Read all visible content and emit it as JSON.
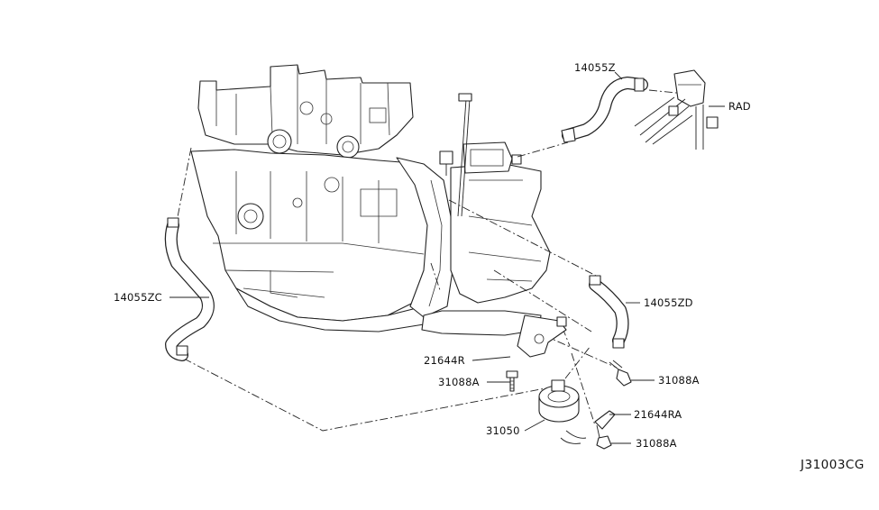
{
  "diagram": {
    "reference_code": "J31003CG",
    "callouts": [
      {
        "id": "hose-upper",
        "text": "14055Z"
      },
      {
        "id": "radiator",
        "text": "RAD"
      },
      {
        "id": "hose-left",
        "text": "14055ZC"
      },
      {
        "id": "hose-right",
        "text": "14055ZD"
      },
      {
        "id": "bracket",
        "text": "21644R"
      },
      {
        "id": "bolt-left",
        "text": "31088A"
      },
      {
        "id": "bolt-right-upper",
        "text": "31088A"
      },
      {
        "id": "bracket-right",
        "text": "21644RA"
      },
      {
        "id": "valve",
        "text": "31050"
      },
      {
        "id": "bolt-right-lower",
        "text": "31088A"
      }
    ]
  }
}
